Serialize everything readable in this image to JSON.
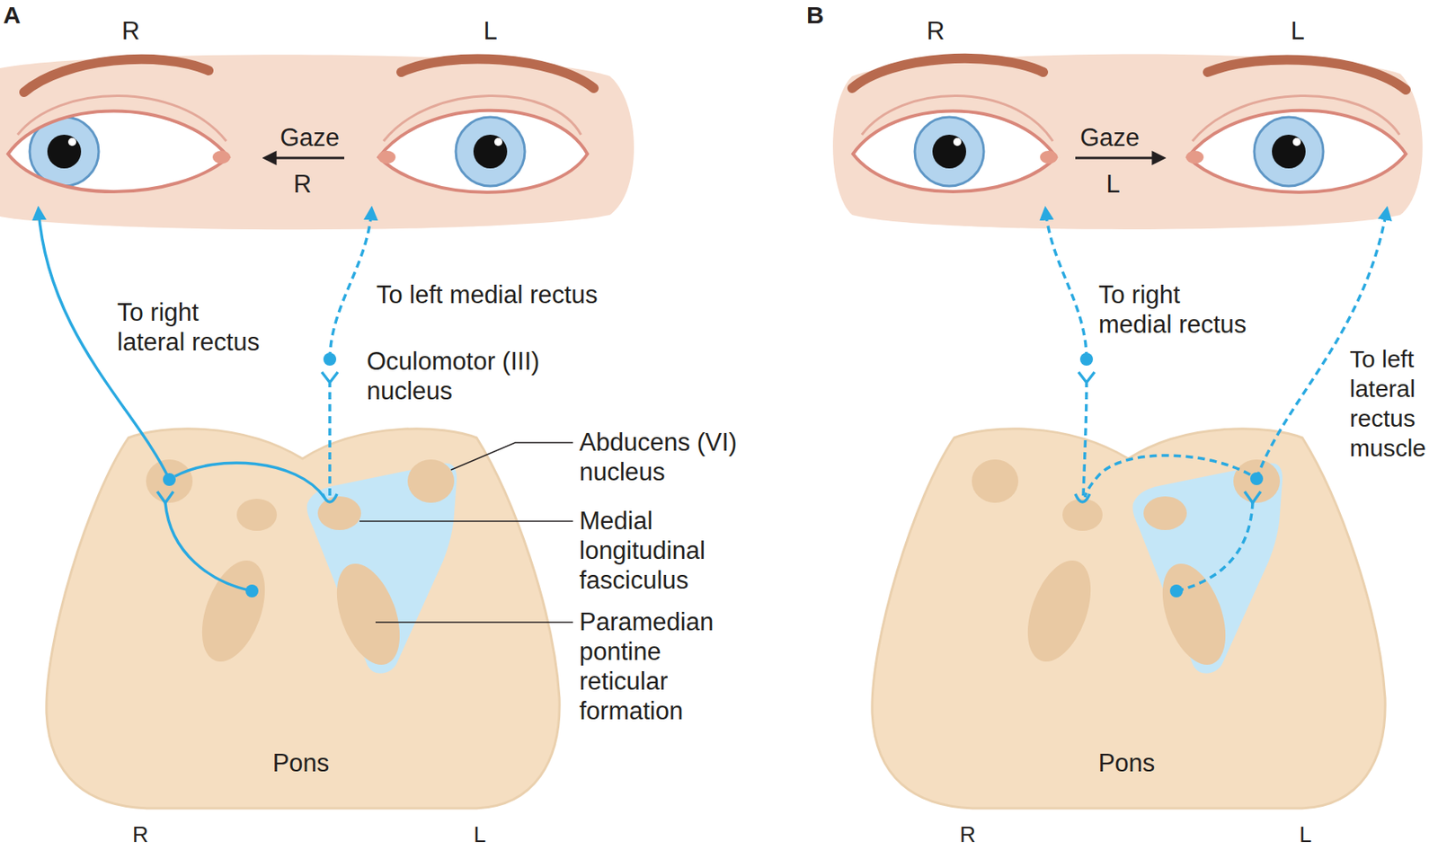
{
  "diagram": {
    "nodes": [
      {
        "text": [
          "Pons"
        ]
      },
      {
        "text": [
          "Pons"
        ]
      }
    ],
    "labels": [
      "A",
      "R",
      "L",
      "Gaze",
      "R",
      "To right lateral rectus",
      "To left medial rectus",
      "Oculomotor (III) nucleus",
      "Abducens (VI) nucleus",
      "Medial longitudinal fasciculus",
      "Paramedian pontine reticular formation",
      "R",
      "L",
      "B",
      "R",
      "L",
      "Gaze",
      "L",
      "To right medial rectus",
      "To left lateral rectus muscle",
      "R",
      "L"
    ]
  }
}
